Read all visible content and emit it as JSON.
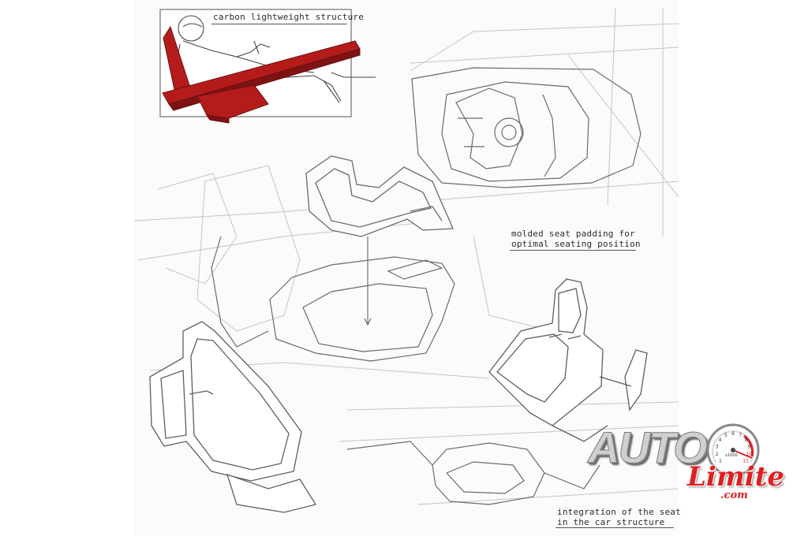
{
  "annotations": {
    "top": "carbon lightweight structure",
    "middle": [
      "molded seat padding for",
      "optimal seating position"
    ],
    "bottom": [
      "integration of the seat",
      "in the car structure"
    ]
  },
  "logo": {
    "word": "AUTO",
    "script": "Limite",
    "domain": ".com",
    "gauge_text": "x1000",
    "gauge_ticks": [
      "1",
      "2",
      "3",
      "4",
      "5",
      "6",
      "7",
      "8",
      "9",
      "10",
      "11"
    ]
  },
  "colors": {
    "structure_red": "#b41c1c",
    "logo_red": "#e02020",
    "sketch_line": "#7a7a7a"
  }
}
